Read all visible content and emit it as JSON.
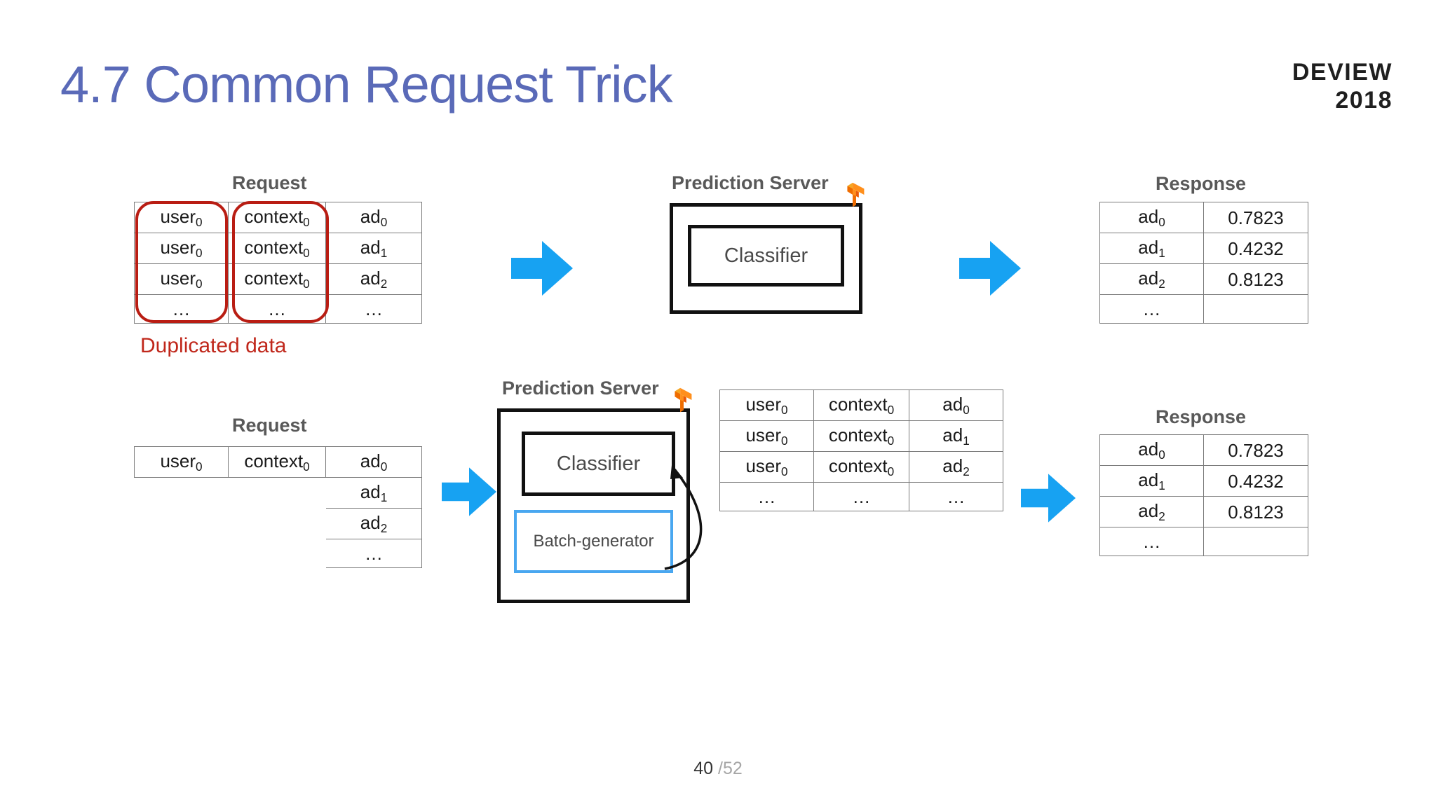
{
  "slide": {
    "title": "4.7 Common Request Trick",
    "title_color": "#5a6ab8",
    "page_current": "40",
    "page_total": "/52",
    "background": "#ffffff"
  },
  "brand": {
    "line1": "DEVIEW",
    "line2": "2018"
  },
  "top_flow": {
    "request_caption": "Request",
    "prediction_caption": "Prediction Server",
    "response_caption": "Response",
    "classifier_label": "Classifier",
    "duplicated_label": "Duplicated data",
    "duplicated_color": "#c0271b",
    "request_table": {
      "columns": [
        "user",
        "context",
        "ad"
      ],
      "rows": [
        [
          "user0",
          "context0",
          "ad0"
        ],
        [
          "user0",
          "context0",
          "ad1"
        ],
        [
          "user0",
          "context0",
          "ad2"
        ],
        [
          "...",
          "...",
          "..."
        ]
      ]
    },
    "response_table": {
      "rows": [
        [
          "ad0",
          "0.7823"
        ],
        [
          "ad1",
          "0.4232"
        ],
        [
          "ad2",
          "0.8123"
        ],
        [
          "...",
          ""
        ]
      ]
    }
  },
  "bottom_flow": {
    "request_caption": "Request",
    "prediction_caption": "Prediction Server",
    "response_caption": "Response",
    "classifier_label": "Classifier",
    "batch_generator_label": "Batch-generator",
    "request_table": {
      "head_row": [
        "user0",
        "context0",
        "ad0"
      ],
      "ad_rows": [
        "ad1",
        "ad2",
        "..."
      ]
    },
    "batched_table": {
      "rows": [
        [
          "user0",
          "context0",
          "ad0"
        ],
        [
          "user0",
          "context0",
          "ad1"
        ],
        [
          "user0",
          "context0",
          "ad2"
        ],
        [
          "...",
          "...",
          "..."
        ]
      ]
    },
    "response_table": {
      "rows": [
        [
          "ad0",
          "0.7823"
        ],
        [
          "ad1",
          "0.4232"
        ],
        [
          "ad2",
          "0.8123"
        ],
        [
          "...",
          ""
        ]
      ]
    }
  },
  "icons": {
    "tensorflow": "tensorflow-logo",
    "arrow": "blue-block-arrow",
    "loop": "curved-feedback-arrow"
  },
  "colors": {
    "arrow_blue": "#17a2f2",
    "batch_border": "#49a7f0",
    "highlight_red": "#b91d13",
    "caption_gray": "#595959"
  }
}
